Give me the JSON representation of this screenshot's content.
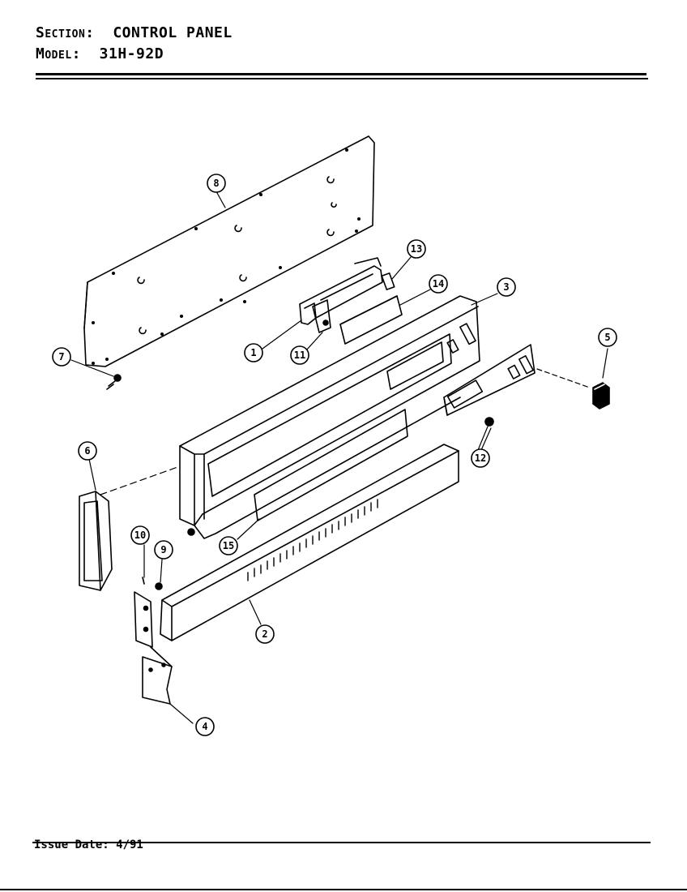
{
  "header": {
    "section_label": "Section:",
    "section_value": "CONTROL PANEL",
    "model_label": "Model:",
    "model_value": "31H-92D"
  },
  "callouts": [
    {
      "id": "1",
      "label": "1"
    },
    {
      "id": "2",
      "label": "2"
    },
    {
      "id": "3",
      "label": "3"
    },
    {
      "id": "4",
      "label": "4"
    },
    {
      "id": "5",
      "label": "5"
    },
    {
      "id": "6",
      "label": "6"
    },
    {
      "id": "7",
      "label": "7"
    },
    {
      "id": "8",
      "label": "8"
    },
    {
      "id": "9",
      "label": "9"
    },
    {
      "id": "10",
      "label": "10"
    },
    {
      "id": "11",
      "label": "11"
    },
    {
      "id": "12",
      "label": "12"
    },
    {
      "id": "13",
      "label": "13"
    },
    {
      "id": "14",
      "label": "14"
    },
    {
      "id": "15",
      "label": "15"
    }
  ],
  "footer": {
    "issue_date": "Issue Date: 4/91"
  }
}
